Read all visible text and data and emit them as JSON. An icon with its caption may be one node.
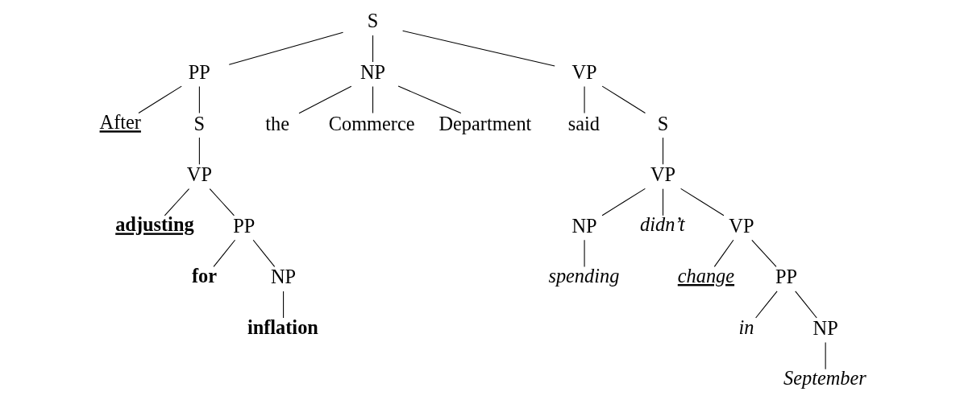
{
  "diagram": {
    "nodes": [
      {
        "text": [
          "S"
        ]
      },
      {
        "text": [
          "PP"
        ]
      },
      {
        "text": [
          "NP"
        ]
      },
      {
        "text": [
          "VP"
        ]
      },
      {
        "text": [
          "After"
        ]
      },
      {
        "text": [
          "S"
        ]
      },
      {
        "text": [
          "the"
        ]
      },
      {
        "text": [
          "Commerce"
        ]
      },
      {
        "text": [
          "Department"
        ]
      },
      {
        "text": [
          "said"
        ]
      },
      {
        "text": [
          "S"
        ]
      },
      {
        "text": [
          "VP"
        ]
      },
      {
        "text": [
          "VP"
        ]
      },
      {
        "text": [
          "adjusting"
        ]
      },
      {
        "text": [
          "PP"
        ]
      },
      {
        "text": [
          "NP"
        ]
      },
      {
        "text": [
          "didn’t"
        ]
      },
      {
        "text": [
          "VP"
        ]
      },
      {
        "text": [
          "for"
        ]
      },
      {
        "text": [
          "NP"
        ]
      },
      {
        "text": [
          "spending"
        ]
      },
      {
        "text": [
          "change"
        ]
      },
      {
        "text": [
          "PP"
        ]
      },
      {
        "text": [
          "inflation"
        ]
      },
      {
        "text": [
          "in"
        ]
      },
      {
        "text": [
          "NP"
        ]
      },
      {
        "text": [
          "September"
        ]
      }
    ],
    "edges": [
      {
        "from": 0,
        "to": 1,
        "arrow": "none"
      },
      {
        "from": 0,
        "to": 2,
        "arrow": "none"
      },
      {
        "from": 0,
        "to": 3,
        "arrow": "none"
      },
      {
        "from": 1,
        "to": 4,
        "arrow": "none"
      },
      {
        "from": 1,
        "to": 5,
        "arrow": "none"
      },
      {
        "from": 2,
        "to": 6,
        "arrow": "none"
      },
      {
        "from": 2,
        "to": 7,
        "arrow": "none"
      },
      {
        "from": 2,
        "to": 8,
        "arrow": "none"
      },
      {
        "from": 3,
        "to": 9,
        "arrow": "none"
      },
      {
        "from": 3,
        "to": 10,
        "arrow": "none"
      },
      {
        "from": 5,
        "to": 11,
        "arrow": "none"
      },
      {
        "from": 10,
        "to": 12,
        "arrow": "none"
      },
      {
        "from": 11,
        "to": 13,
        "arrow": "none"
      },
      {
        "from": 11,
        "to": 14,
        "arrow": "none"
      },
      {
        "from": 12,
        "to": 15,
        "arrow": "none"
      },
      {
        "from": 12,
        "to": 16,
        "arrow": "none"
      },
      {
        "from": 12,
        "to": 17,
        "arrow": "none"
      },
      {
        "from": 14,
        "to": 18,
        "arrow": "none"
      },
      {
        "from": 14,
        "to": 19,
        "arrow": "none"
      },
      {
        "from": 15,
        "to": 20,
        "arrow": "none"
      },
      {
        "from": 17,
        "to": 21,
        "arrow": "none"
      },
      {
        "from": 17,
        "to": 22,
        "arrow": "none"
      },
      {
        "from": 19,
        "to": 23,
        "arrow": "none"
      },
      {
        "from": 22,
        "to": 24,
        "arrow": "none"
      },
      {
        "from": 22,
        "to": 25,
        "arrow": "none"
      },
      {
        "from": 25,
        "to": 26,
        "arrow": "none"
      }
    ]
  }
}
